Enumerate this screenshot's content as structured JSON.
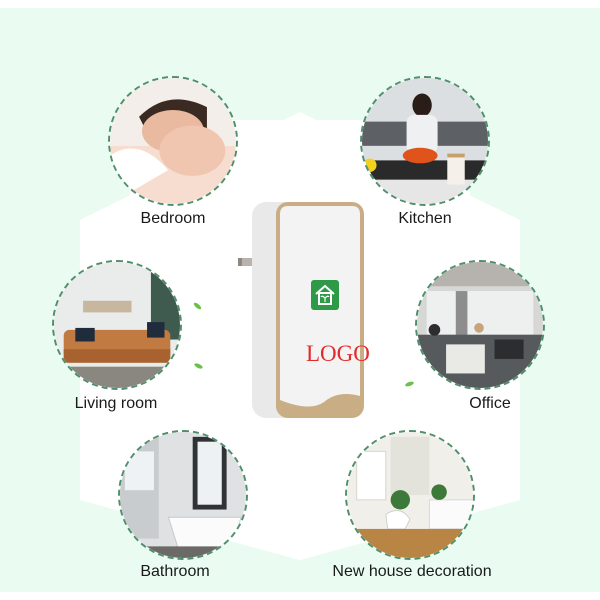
{
  "colors": {
    "background": "#eafcf1",
    "hexagon": "#ffffff",
    "circle_border": "#4f8f6c",
    "logo_green": "#2e9a48",
    "logo_text": "#e52a2a",
    "device_trim": "#c9ad84"
  },
  "device": {
    "logo_icon": "house-sprout-icon",
    "logo_text": "LOGO"
  },
  "rooms": [
    {
      "id": "bedroom",
      "label": "Bedroom"
    },
    {
      "id": "kitchen",
      "label": "Kitchen"
    },
    {
      "id": "living-room",
      "label": "Living room"
    },
    {
      "id": "office",
      "label": "Office"
    },
    {
      "id": "bathroom",
      "label": "Bathroom"
    },
    {
      "id": "new-house",
      "label": "New house decoration"
    }
  ]
}
